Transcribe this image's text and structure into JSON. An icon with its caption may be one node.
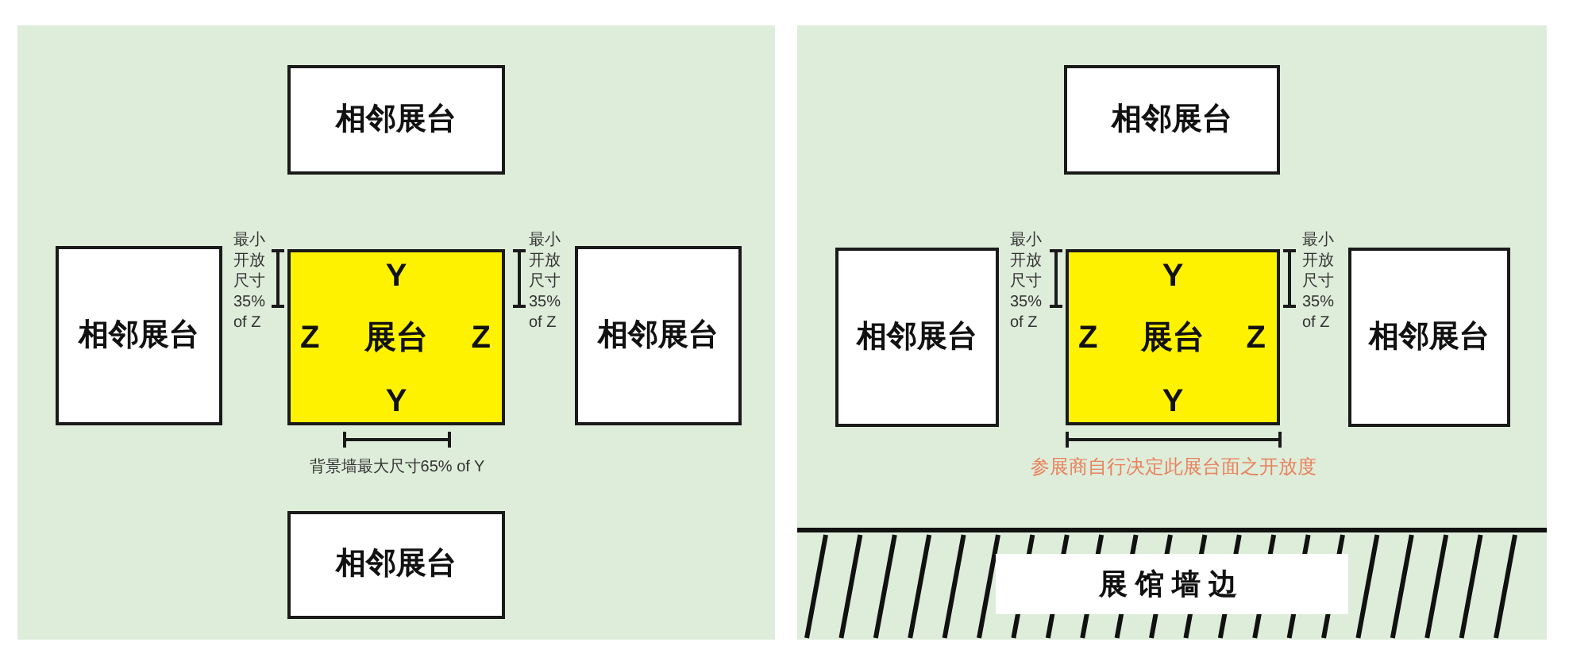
{
  "diagram": {
    "nodes": [
      {
        "text": [
          "相邻展台"
        ]
      },
      {
        "text": [
          "相邻展台"
        ]
      },
      {
        "text": [
          "Y",
          "Z",
          "展台",
          "Z",
          "Y"
        ]
      },
      {
        "text": [
          "相邻展台"
        ]
      },
      {
        "text": [
          "相邻展台"
        ]
      },
      {
        "text": [
          "相邻展台"
        ]
      },
      {
        "text": [
          "相邻展台"
        ]
      },
      {
        "text": [
          "Y",
          "Z",
          "展台",
          "Z",
          "Y"
        ]
      },
      {
        "text": [
          "相邻展台"
        ]
      },
      {
        "text": [
          "展馆墙边"
        ]
      }
    ],
    "labels": [
      "最小开放尺寸35% of Z",
      "最小开放尺寸35% of Z",
      "背景墙最大尺寸65% of Y",
      "最小开放尺寸35% of Z",
      "最小开放尺寸35% of Z",
      "参展商自行决定此展台面之开放度"
    ]
  }
}
